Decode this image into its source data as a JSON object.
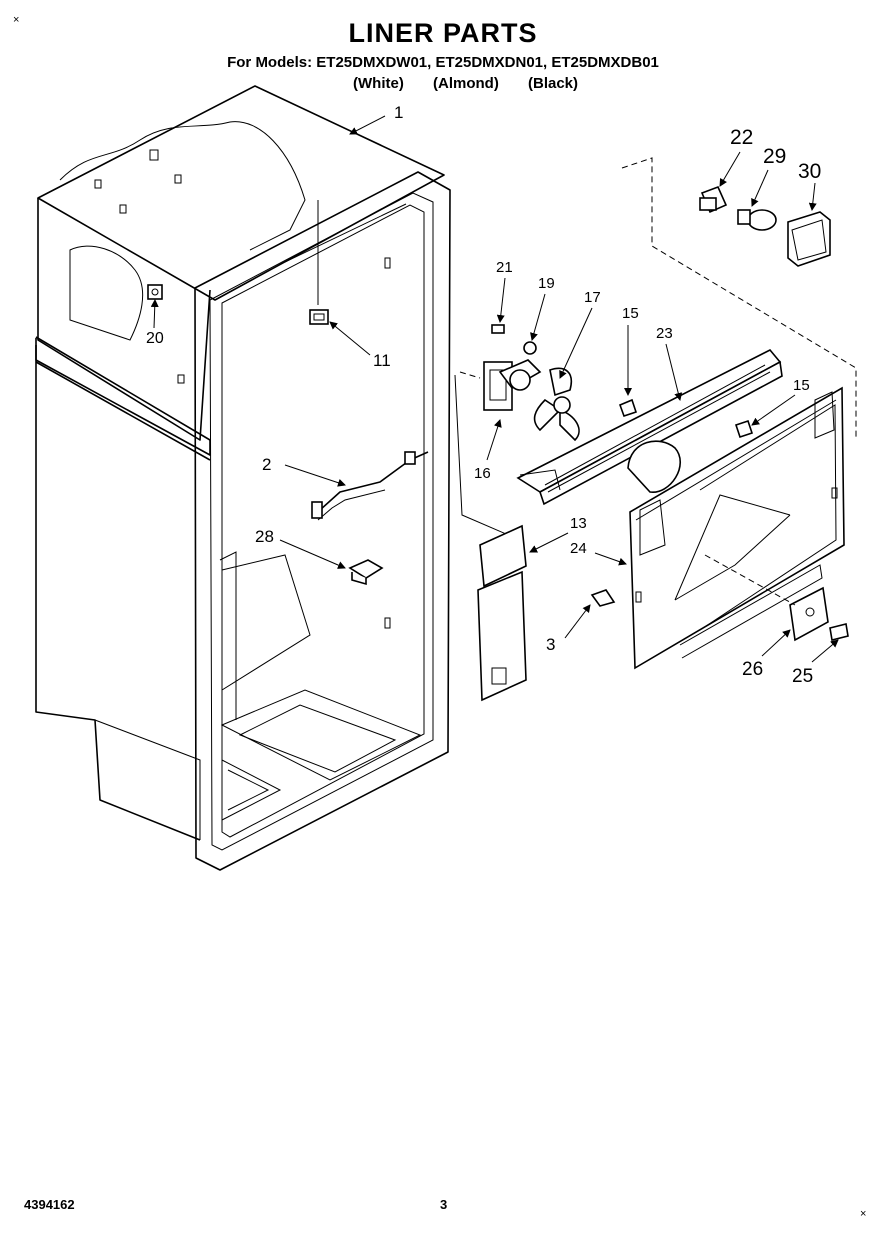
{
  "header": {
    "title": "LINER PARTS",
    "models": "For Models: ET25DMXDW01, ET25DMXDN01, ET25DMXDB01",
    "colors": [
      "(White)",
      "(Almond)",
      "(Black)"
    ]
  },
  "callouts": [
    "1",
    "2",
    "3",
    "11",
    "13",
    "15",
    "15",
    "16",
    "17",
    "19",
    "20",
    "21",
    "22",
    "23",
    "24",
    "25",
    "26",
    "28",
    "29",
    "30"
  ],
  "footer": {
    "doc_number": "4394162",
    "page_number": "3"
  }
}
